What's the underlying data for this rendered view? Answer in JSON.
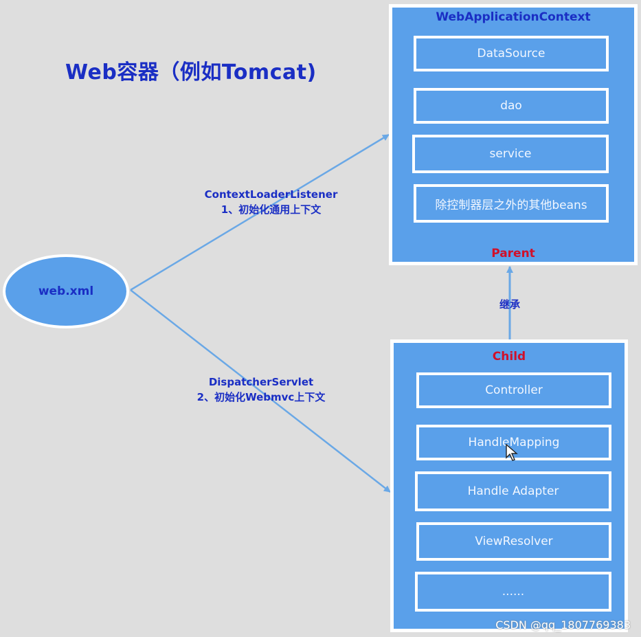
{
  "title": "Web容器（例如Tomcat)",
  "web_xml": "web.xml",
  "parent_context": {
    "title": "WebApplicationContext",
    "items": [
      "DataSource",
      "dao",
      "service",
      "除控制器层之外的其他beans"
    ],
    "footer": "Parent"
  },
  "child_context": {
    "title": "Child",
    "items": [
      "Controller",
      "HandleMapping",
      "Handle Adapter",
      "ViewResolver",
      "......"
    ]
  },
  "edges": {
    "listener": {
      "line1": "ContextLoaderListener",
      "line2": "1、初始化通用上下文"
    },
    "servlet": {
      "line1": "DispatcherServlet",
      "line2": "2、初始化Webmvc上下文"
    },
    "inherit": "继承"
  },
  "watermark": "CSDN @qq_1807769383",
  "colors": {
    "background": "#dedede",
    "box_fill": "#5aa0ea",
    "box_border": "#ffffff",
    "label_blue": "#1a2ec4",
    "label_red": "#d0102a",
    "arrow": "#6aa8e6"
  }
}
